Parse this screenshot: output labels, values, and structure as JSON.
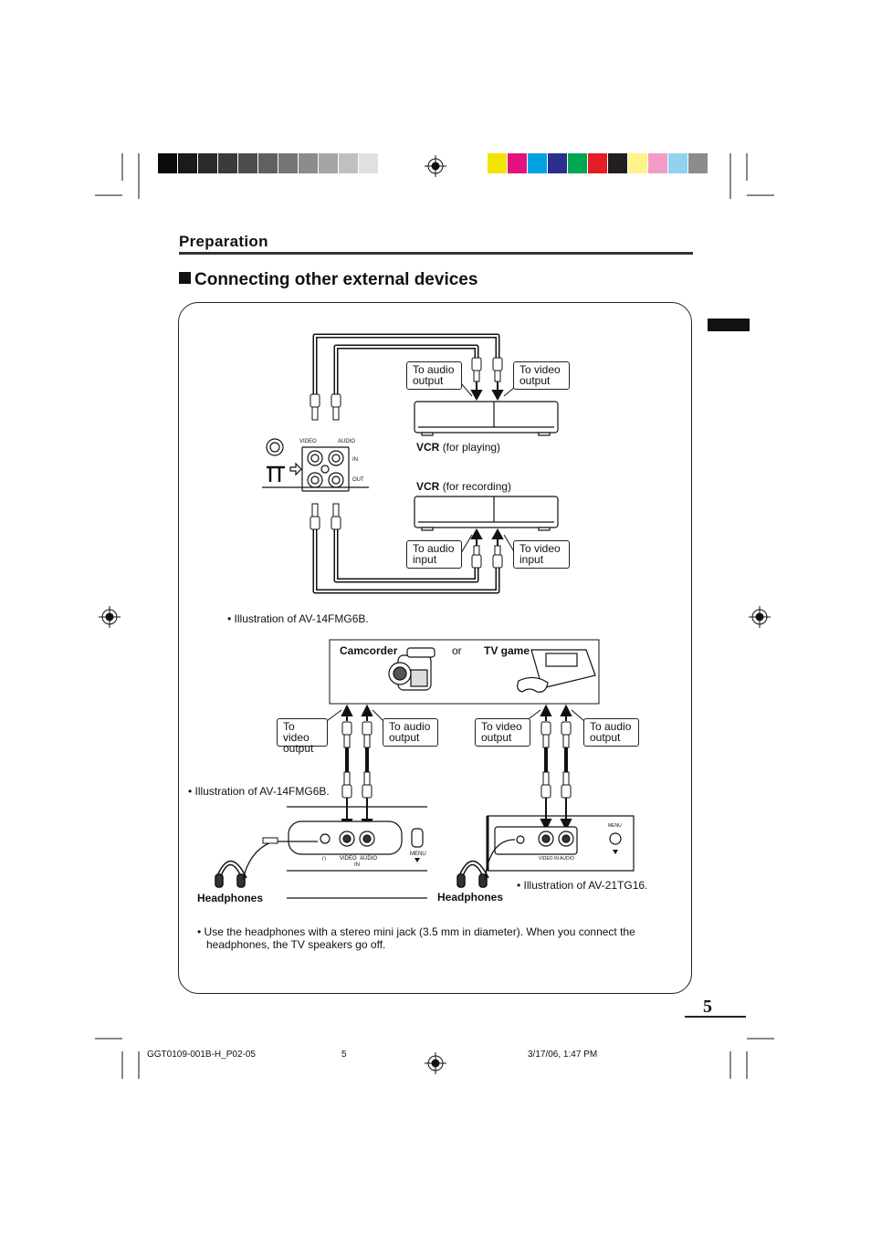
{
  "calibration": {
    "gray_swatches": [
      "#0b0b0b",
      "#1a1a1a",
      "#2a2a2a",
      "#3b3b3b",
      "#4d4d4d",
      "#606060",
      "#757575",
      "#8c8c8c",
      "#a5a5a5",
      "#c0c0c0",
      "#e0e0e0"
    ],
    "color_swatches": [
      "#f2e400",
      "#e4127e",
      "#00a3e0",
      "#2b2f8f",
      "#00a650",
      "#e31e26",
      "#231f20",
      "#fff38a",
      "#f39bc7",
      "#8fd3f0",
      "#8c8c8c"
    ]
  },
  "section": {
    "title": "Preparation"
  },
  "heading": {
    "title": "Connecting other external devices"
  },
  "vcr_diagram": {
    "callouts": {
      "audio_output": [
        "To audio",
        "output"
      ],
      "video_output": [
        "To video",
        "output"
      ],
      "audio_input": [
        "To audio",
        "input"
      ],
      "video_input": [
        "To video",
        "input"
      ]
    },
    "vcr_playing": {
      "name": "VCR",
      "note": "(for playing)"
    },
    "vcr_recording": {
      "name": "VCR",
      "note": "(for recording)"
    },
    "tv_labels": {
      "video": "VIDEO",
      "audio": "AUDIO",
      "in": "IN",
      "out": "OUT"
    },
    "illustration_note": "• Illustration of AV-14FMG6B."
  },
  "source_box": {
    "camcorder": "Camcorder",
    "or": "or",
    "tv_game": "TV game"
  },
  "front_diagram": {
    "callouts": {
      "left_video": [
        "To video",
        "output"
      ],
      "left_audio": [
        "To audio",
        "output"
      ],
      "right_video": [
        "To video",
        "output"
      ],
      "right_audio": [
        "To audio",
        "output"
      ]
    },
    "illustration_left": "• Illustration of AV-14FMG6B.",
    "illustration_right": "• Illustration of AV-21TG16.",
    "headphones_left": "Headphones",
    "headphones_right": "Headphones",
    "panel_left": {
      "video": "VIDEO",
      "audio": "AUDIO",
      "in": "IN",
      "menu": "MENU"
    },
    "panel_right": {
      "video_in_audio": "VIDEO  IN  AUDIO",
      "menu": "MENU"
    }
  },
  "usage_note": [
    "• Use the headphones with a stereo mini jack (3.5 mm in diameter). When you connect  the",
    "headphones, the TV speakers go off."
  ],
  "page_number": "5",
  "footer": {
    "file": "GGT0109-001B-H_P02-05",
    "page": "5",
    "date": "3/17/06, 1:47 PM"
  }
}
